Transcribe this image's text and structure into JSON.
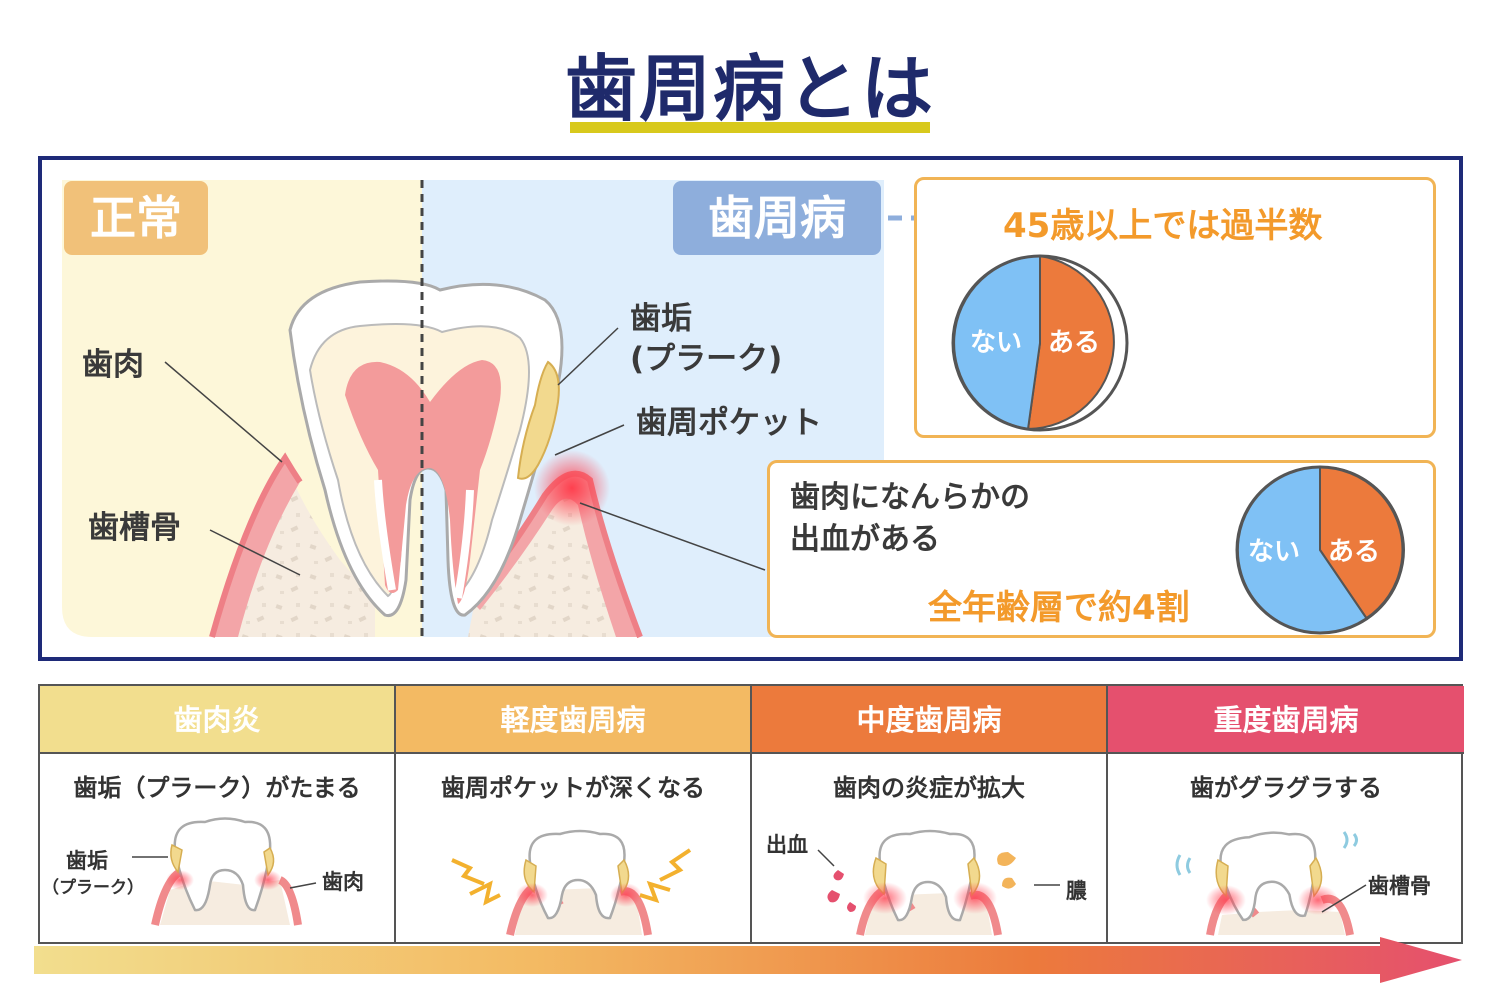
{
  "title": "歯周病とは",
  "top_panel": {
    "badge_normal": "正常",
    "badge_perio": "歯周病",
    "labels": {
      "gum": "歯肉",
      "alveolar_bone": "歯槽骨",
      "plaque": "歯垢",
      "plaque_sub": "(プラーク)",
      "pocket": "歯周ポケット"
    },
    "stat1": {
      "headline": "45歳以上では過半数",
      "pie_no": "ない",
      "pie_yes": "ある"
    },
    "stat2": {
      "line1": "歯肉になんらかの",
      "line2": "出血がある",
      "highlight": "全年齢層で約4割",
      "pie_no": "ない",
      "pie_yes": "ある"
    }
  },
  "stages": [
    {
      "title": "歯肉炎",
      "desc": "歯垢（プラーク）がたまる",
      "color": "#f2de8e"
    },
    {
      "title": "軽度歯周病",
      "desc": "歯周ポケットが深くなる",
      "color": "#f3ba63"
    },
    {
      "title": "中度歯周病",
      "desc": "歯肉の炎症が拡大",
      "color": "#ec7a3c"
    },
    {
      "title": "重度歯周病",
      "desc": "歯がグラグラする",
      "color": "#e5506e"
    }
  ],
  "stage_labels": {
    "plaque": "歯垢",
    "plaque_sub": "（プラーク）",
    "gum": "歯肉",
    "bleeding": "出血",
    "pus": "膿",
    "bone": "歯槽骨"
  },
  "colors": {
    "title": "#1f2a6b",
    "frame": "#1e2a78",
    "accent_orange": "#f39a2b",
    "pie_yes": "#ec7a3c",
    "pie_no": "#7fc1f5",
    "gum": "#f08a8c"
  }
}
